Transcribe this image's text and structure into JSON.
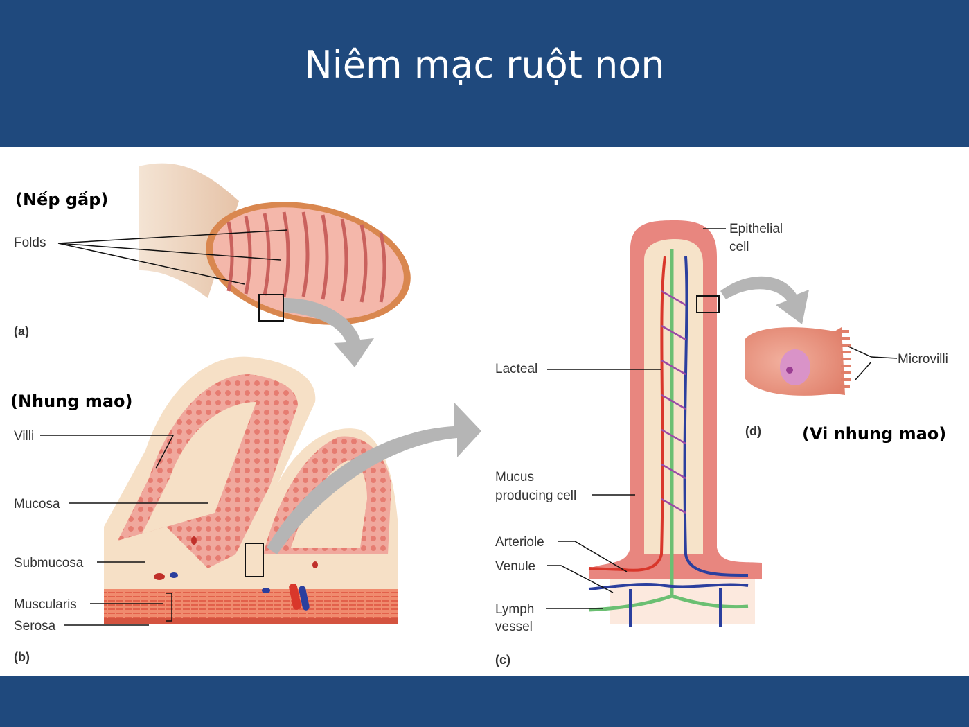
{
  "slide": {
    "title": "Niêm mạc ruột non"
  },
  "annotations": {
    "nep_gap": "(Nếp gấp)",
    "nhung_mao": "(Nhung mao)",
    "vi_nhung_mao": "(Vi nhung mao)"
  },
  "labels": {
    "folds": "Folds",
    "villi": "Villi",
    "mucosa": "Mucosa",
    "submucosa": "Submucosa",
    "muscularis": "Muscularis",
    "serosa": "Serosa",
    "epithelial_1": "Epithelial",
    "epithelial_2": "cell",
    "lacteal": "Lacteal",
    "mucus_1": "Mucus",
    "mucus_2": "producing cell",
    "arteriole": "Arteriole",
    "venule": "Venule",
    "lymph_1": "Lymph",
    "lymph_2": "vessel",
    "microvilli": "Microvilli"
  },
  "panels": {
    "a": "(a)",
    "b": "(b)",
    "c": "(c)",
    "d": "(d)"
  },
  "colors": {
    "header_bg": "#1f497d",
    "tissue_pink": "#e8867f",
    "tissue_light": "#f4d9c2",
    "artery_red": "#d9372b",
    "vein_blue": "#2b3f9e",
    "lymph_green": "#6bbf72",
    "arrow_gray": "#b5b5b5"
  }
}
